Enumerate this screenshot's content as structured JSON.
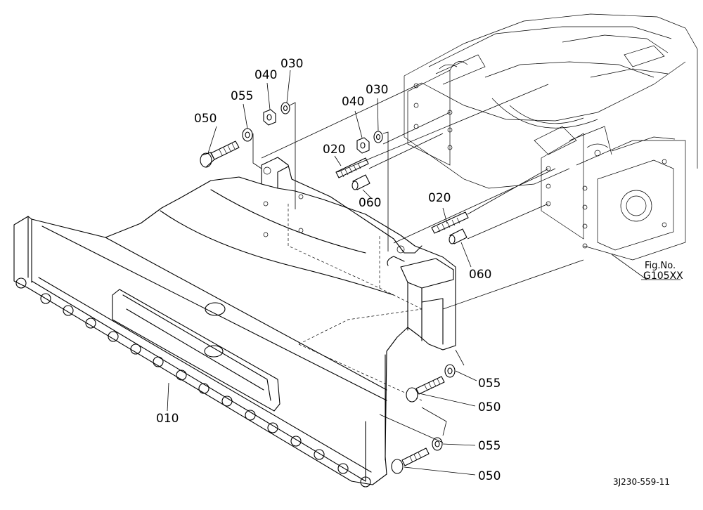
{
  "callouts": {
    "c010": "010",
    "c020a": "020",
    "c020b": "020",
    "c030a": "030",
    "c030b": "030",
    "c040a": "040",
    "c040b": "040",
    "c050a": "050",
    "c050b": "050",
    "c050c": "050",
    "c055a": "055",
    "c055b": "055",
    "c055c": "055",
    "c060a": "060",
    "c060b": "060"
  },
  "fig_ref": {
    "line1": "Fig.No.",
    "line2": "G105XX"
  },
  "drawing_code": "3J230-559-11"
}
